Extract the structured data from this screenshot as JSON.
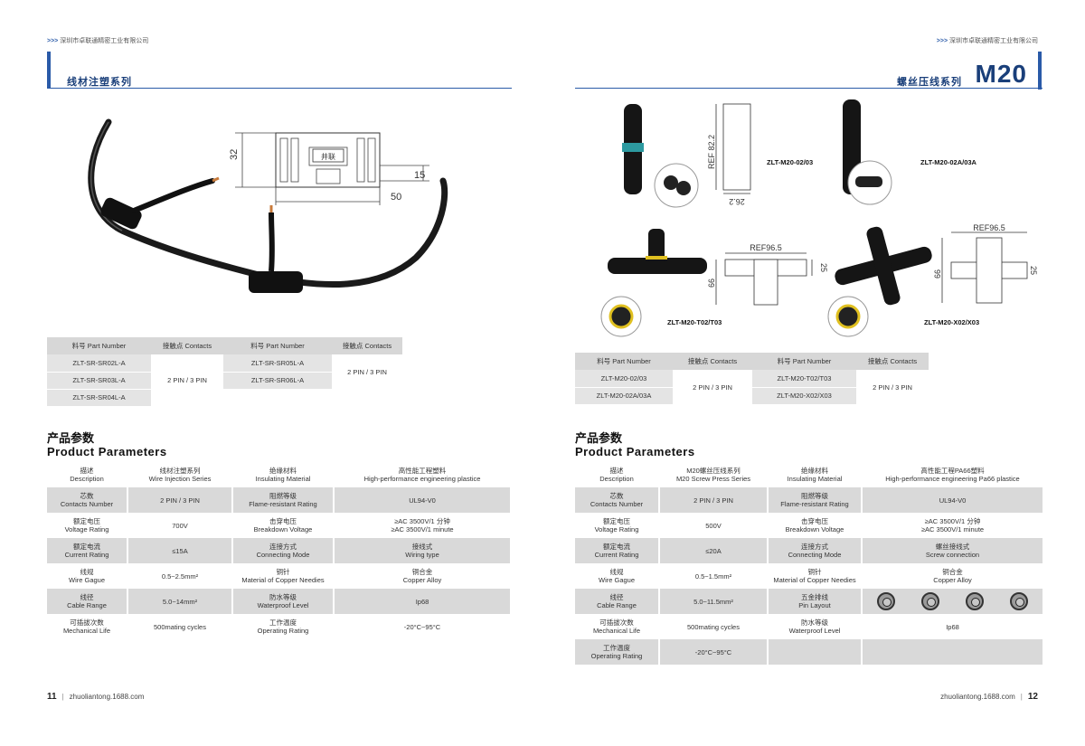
{
  "company": "深圳市卓联通精密工业有限公司",
  "company_prefix": ">>>",
  "left": {
    "series_title": "线材注塑系列",
    "dims": {
      "height": "32",
      "depth": "15",
      "width": "50",
      "logo": "井联"
    },
    "part_table": {
      "headers": [
        "料号 Part Number",
        "接触点 Contacts",
        "料号 Part Number",
        "接触点 Contacts"
      ],
      "group1": [
        "ZLT-SR-SR02L-A",
        "ZLT-SR-SR03L-A",
        "ZLT-SR-SR04L-A"
      ],
      "group1_contacts": "2 PIN / 3 PIN",
      "group2": [
        "ZLT-SR-SR05L-A",
        "ZLT-SR-SR06L-A"
      ],
      "group2_contacts": "2 PIN / 3 PIN"
    },
    "param_title_cn": "产品参数",
    "param_title_en": "Product Parameters",
    "params": [
      {
        "l1cn": "描述",
        "l1en": "Description",
        "v1": "线材注塑系列",
        "v1en": "Wire Injection Series",
        "l2cn": "绝缘材料",
        "l2en": "Insulating Material",
        "v2": "高性能工程塑料",
        "v2en": "High-performance engineering plastice"
      },
      {
        "l1cn": "芯数",
        "l1en": "Contacts Number",
        "v1": "2 PIN / 3 PIN",
        "v1en": "",
        "l2cn": "阻燃等级",
        "l2en": "Flame-resistant Rating",
        "v2": "UL94-V0",
        "v2en": ""
      },
      {
        "l1cn": "额定电压",
        "l1en": "Voltage Rating",
        "v1": "700V",
        "v1en": "",
        "l2cn": "击穿电压",
        "l2en": "Breakdown Voltage",
        "v2": "≥AC 3500V/1 分钟",
        "v2en": "≥AC 3500V/1 minute"
      },
      {
        "l1cn": "额定电流",
        "l1en": "Current Rating",
        "v1": "≤15A",
        "v1en": "",
        "l2cn": "连接方式",
        "l2en": "Connecting Mode",
        "v2": "接线式",
        "v2en": "Wiring type"
      },
      {
        "l1cn": "线规",
        "l1en": "Wire Gague",
        "v1": "0.5~2.5mm²",
        "v1en": "",
        "l2cn": "铜针",
        "l2en": "Material of Copper Needies",
        "v2": "铜合金",
        "v2en": "Copper Alloy"
      },
      {
        "l1cn": "线径",
        "l1en": "Cable Range",
        "v1": "5.0~14mm²",
        "v1en": "",
        "l2cn": "防水等级",
        "l2en": "Waterproof Level",
        "v2": "Ip68",
        "v2en": ""
      },
      {
        "l1cn": "可插拔次数",
        "l1en": "Mechanical Life",
        "v1": "500mating cycles",
        "v1en": "",
        "l2cn": "工作温度",
        "l2en": "Operating Rating",
        "v2": "-20°C~95°C",
        "v2en": ""
      }
    ],
    "page_number": "11",
    "site": "zhuoliantong.1688.com"
  },
  "right": {
    "series_title": "螺丝压线系列",
    "series_big": "M20",
    "dims": {
      "ref822": "REF 82.2",
      "d262": "26.2",
      "ref965a": "REF96.5",
      "d66a": "66",
      "d25a": "25",
      "ref965b": "REF96.5",
      "d66b": "66",
      "d25b": "25"
    },
    "models": {
      "a": "ZLT-M20-02/03",
      "b": "ZLT-M20-02A/03A",
      "c": "ZLT-M20-T02/T03",
      "d": "ZLT-M20-X02/X03"
    },
    "part_table": {
      "headers": [
        "料号 Part Number",
        "接触点 Contacts",
        "料号 Part Number",
        "接触点 Contacts"
      ],
      "group1": [
        "ZLT-M20-02/03",
        "ZLT-M20-02A/03A"
      ],
      "group1_contacts": "2 PIN / 3 PIN",
      "group2": [
        "ZLT-M20-T02/T03",
        "ZLT-M20-X02/X03"
      ],
      "group2_contacts": "2 PIN / 3 PIN"
    },
    "param_title_cn": "产品参数",
    "param_title_en": "Product Parameters",
    "params": [
      {
        "l1cn": "描述",
        "l1en": "Description",
        "v1": "M20螺丝压线系列",
        "v1en": "M20 Screw Press Series",
        "l2cn": "绝缘材料",
        "l2en": "Insulating Material",
        "v2": "高性能工程PA66塑料",
        "v2en": "High-performance engineering Pa66 plastice"
      },
      {
        "l1cn": "芯数",
        "l1en": "Contacts Number",
        "v1": "2 PIN / 3 PIN",
        "v1en": "",
        "l2cn": "阻燃等级",
        "l2en": "Flame-resistant Rating",
        "v2": "UL94-V0",
        "v2en": ""
      },
      {
        "l1cn": "额定电压",
        "l1en": "Voltage Rating",
        "v1": "500V",
        "v1en": "",
        "l2cn": "击穿电压",
        "l2en": "Breakdown Voltage",
        "v2": "≥AC 3500V/1 分钟",
        "v2en": "≥AC 3500V/1 minute"
      },
      {
        "l1cn": "额定电流",
        "l1en": "Current Rating",
        "v1": "≤20A",
        "v1en": "",
        "l2cn": "连接方式",
        "l2en": "Connecting Mode",
        "v2": "螺丝接线式",
        "v2en": "Screw connection"
      },
      {
        "l1cn": "线规",
        "l1en": "Wire Gague",
        "v1": "0.5~1.5mm²",
        "v1en": "",
        "l2cn": "铜针",
        "l2en": "Material of Copper Needies",
        "v2": "铜合金",
        "v2en": "Copper Alloy"
      },
      {
        "l1cn": "线径",
        "l1en": "Cable Range",
        "v1": "5.0~11.5mm²",
        "v1en": "",
        "l2cn": "五金排线",
        "l2en": "Pin Layout",
        "v2": "",
        "v2en": ""
      },
      {
        "l1cn": "可插拔次数",
        "l1en": "Mechanical Life",
        "v1": "500mating cycles",
        "v1en": "",
        "l2cn": "防水等级",
        "l2en": "Waterproof Level",
        "v2": "Ip68",
        "v2en": ""
      },
      {
        "l1cn": "工作温度",
        "l1en": "Operating Rating",
        "v1": "-20°C~95°C",
        "v1en": "",
        "l2cn": "",
        "l2en": "",
        "v2": "",
        "v2en": ""
      }
    ],
    "page_number": "12",
    "site": "zhuoliantong.1688.com"
  }
}
